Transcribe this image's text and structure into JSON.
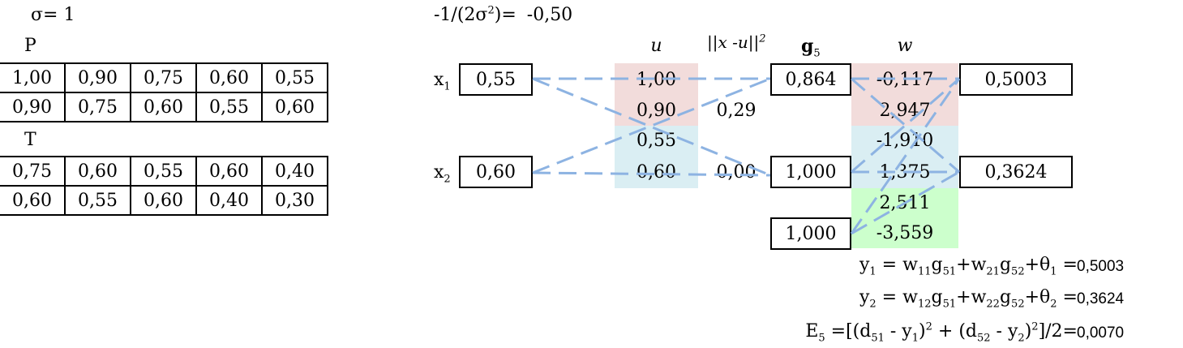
{
  "sigma": {
    "label": "σ=",
    "value": "1"
  },
  "coef": {
    "label_pre": "-1/(2σ",
    "label_sup": "2",
    "label_post": ")=",
    "value": "-0,50"
  },
  "P": {
    "label": "P",
    "rows": [
      [
        "1,00",
        "0,90",
        "0,75",
        "0,60",
        "0,55"
      ],
      [
        "0,90",
        "0,75",
        "0,60",
        "0,55",
        "0,60"
      ]
    ]
  },
  "T": {
    "label": "T",
    "rows": [
      [
        "0,75",
        "0,60",
        "0,55",
        "0,60",
        "0,40"
      ],
      [
        "0,60",
        "0,55",
        "0,60",
        "0,40",
        "0,30"
      ]
    ]
  },
  "inputs": [
    {
      "label": "x",
      "sub": "1",
      "value": "0,55"
    },
    {
      "label": "x",
      "sub": "2",
      "value": "0,60"
    }
  ],
  "u": {
    "header": "u",
    "values": [
      "1,00",
      "0,90",
      "0,55",
      "0,60"
    ]
  },
  "dist": {
    "header": "||x -u||",
    "header_sup": "2",
    "values": [
      "0,29",
      "0,00"
    ]
  },
  "g": {
    "header": "g",
    "header_sub": "5",
    "values": [
      "0,864",
      "1,000",
      "1,000"
    ]
  },
  "w": {
    "header": "w",
    "values": [
      "-0,117",
      "2,947",
      "-1,910",
      "1,375",
      "2,511",
      "-3,559"
    ]
  },
  "outputs": [
    "0,5003",
    "0,3624"
  ],
  "equations": [
    {
      "lhs": "y",
      "lhs_sub": "1",
      "mid": " = w11g51+w21g52+θ1 = ",
      "value": "0,5003",
      "parts": [
        {
          "t": "y"
        },
        {
          "s": "1"
        },
        {
          "t": " = w"
        },
        {
          "s": "11"
        },
        {
          "t": "g"
        },
        {
          "s": "51"
        },
        {
          "t": "+w"
        },
        {
          "s": "21"
        },
        {
          "t": "g"
        },
        {
          "s": "52"
        },
        {
          "t": "+θ"
        },
        {
          "s": "1"
        },
        {
          "t": " ="
        }
      ]
    },
    {
      "lhs": "y",
      "lhs_sub": "2",
      "mid": " = w12g51+w22g52+θ2 = ",
      "value": "0,3624",
      "parts": [
        {
          "t": "y"
        },
        {
          "s": "2"
        },
        {
          "t": " = w"
        },
        {
          "s": "12"
        },
        {
          "t": "g"
        },
        {
          "s": "51"
        },
        {
          "t": "+w"
        },
        {
          "s": "22"
        },
        {
          "t": "g"
        },
        {
          "s": "52"
        },
        {
          "t": "+θ"
        },
        {
          "s": "2"
        },
        {
          "t": " ="
        }
      ]
    }
  ],
  "error": {
    "value": "0,0070",
    "parts": [
      {
        "t": "E"
      },
      {
        "s": "5"
      },
      {
        "t": " =[(d"
      },
      {
        "s": "51"
      },
      {
        "t": " - y"
      },
      {
        "s": "1"
      },
      {
        "t": ")"
      },
      {
        "p": "2"
      },
      {
        "t": " + (d"
      },
      {
        "s": "52"
      },
      {
        "t": " - y"
      },
      {
        "s": "2"
      },
      {
        "t": ")"
      },
      {
        "p": "2"
      },
      {
        "t": "]/2="
      }
    ]
  },
  "colors": {
    "pink": "#f2dcdb",
    "blue": "#daeef3",
    "green": "#ccffcc",
    "line": "#8db3e2"
  }
}
